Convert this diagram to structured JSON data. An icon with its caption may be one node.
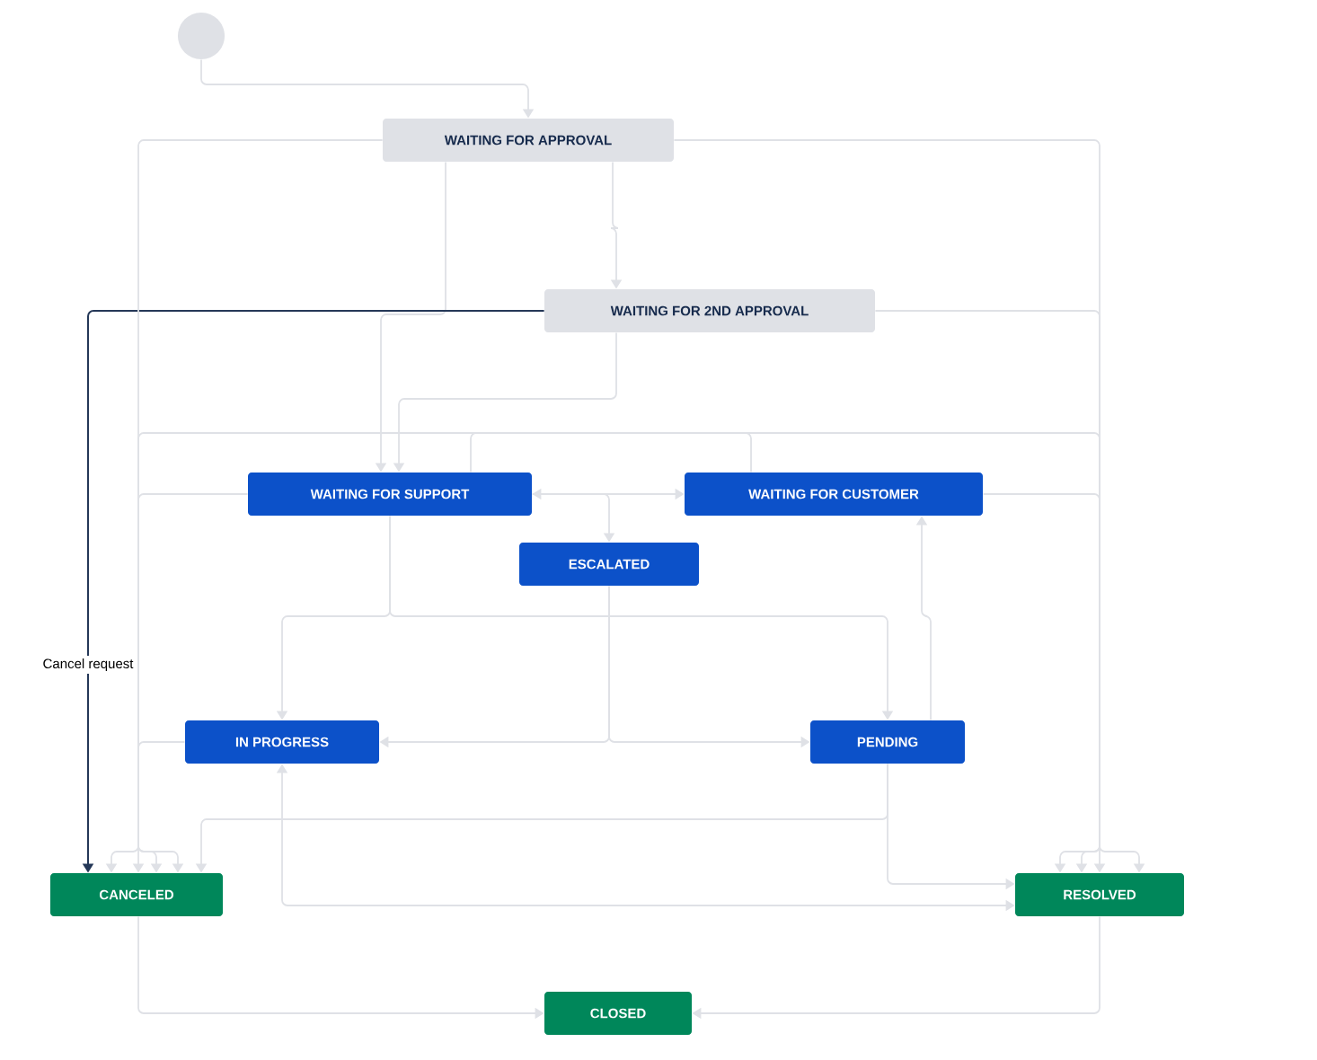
{
  "diagram": {
    "nodes": [
      {
        "text": [],
        "shape": "circle"
      },
      {
        "text": [
          "WAITING FOR APPROVAL"
        ]
      },
      {
        "text": [
          "WAITING FOR 2ND APPROVAL"
        ]
      },
      {
        "text": [
          "WAITING FOR SUPPORT"
        ]
      },
      {
        "text": [
          "WAITING FOR CUSTOMER"
        ]
      },
      {
        "text": [
          "ESCALATED"
        ]
      },
      {
        "text": [
          "IN PROGRESS"
        ]
      },
      {
        "text": [
          "PENDING"
        ]
      },
      {
        "text": [
          "CANCELED"
        ]
      },
      {
        "text": [
          "RESOLVED"
        ]
      },
      {
        "text": [
          "CLOSED"
        ]
      }
    ],
    "edges": [
      {
        "from": 0,
        "to": 1,
        "arrow": "to"
      },
      {
        "from": 1,
        "to": 2,
        "arrow": "to"
      },
      {
        "from": 1,
        "to": 3,
        "arrow": "to"
      },
      {
        "from": 2,
        "to": 3,
        "arrow": "to"
      },
      {
        "from": 2,
        "to": 8,
        "arrow": "to",
        "label": "Cancel request",
        "color": "#253858"
      },
      {
        "from": 1,
        "to": 8,
        "arrow": "to"
      },
      {
        "from": 1,
        "to": 9,
        "arrow": "to"
      },
      {
        "from": 2,
        "to": 9,
        "arrow": "to"
      },
      {
        "from": 3,
        "to": 4,
        "arrow": "both"
      },
      {
        "from": 3,
        "to": 5,
        "arrow": "to"
      },
      {
        "from": 3,
        "to": 8,
        "arrow": "to"
      },
      {
        "from": 4,
        "to": 9,
        "arrow": "to"
      },
      {
        "from": 3,
        "to": 9,
        "arrow": "to"
      },
      {
        "from": 4,
        "to": 8,
        "arrow": "to"
      },
      {
        "from": 3,
        "to": 6,
        "arrow": "to"
      },
      {
        "from": 3,
        "to": 7,
        "arrow": "to"
      },
      {
        "from": 5,
        "to": 6,
        "arrow": "to"
      },
      {
        "from": 5,
        "to": 7,
        "arrow": "to"
      },
      {
        "from": 7,
        "to": 4,
        "arrow": "to"
      },
      {
        "from": 6,
        "to": 8,
        "arrow": "to"
      },
      {
        "from": 7,
        "to": 8,
        "arrow": "to"
      },
      {
        "from": 7,
        "to": 9,
        "arrow": "to"
      },
      {
        "from": 6,
        "to": 9,
        "arrow": "both"
      },
      {
        "from": 8,
        "to": 10,
        "arrow": "to"
      },
      {
        "from": 9,
        "to": 10,
        "arrow": "to"
      }
    ]
  }
}
